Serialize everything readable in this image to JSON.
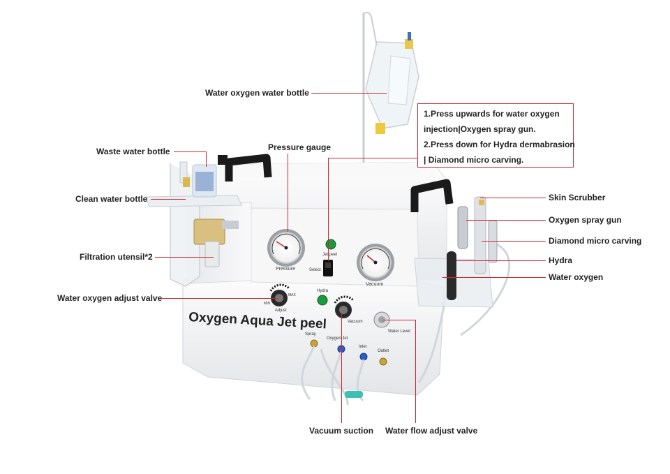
{
  "product": {
    "brand_text": "Oxygen Aqua Jet peel",
    "panel": {
      "pressure_gauge_label": "Pressure",
      "vacuum_gauge_label": "Vacuum",
      "jet_peel_label": "Jet peel",
      "select_label": "Select",
      "hydra_label": "Hydra",
      "adjust_label": "Adjust",
      "vacuum_knob_label": "Vacuum",
      "water_level_label": "Water Level",
      "min_label": "MIN",
      "max_label": "MAX",
      "port_labels": [
        "Spray",
        "Oxygen Jet",
        "Inlet",
        "Outlet"
      ]
    }
  },
  "labels": {
    "water_oxygen_water_bottle": "Water oxygen water bottle",
    "waste_water_bottle": "Waste water bottle",
    "pressure_gauge": "Pressure gauge",
    "clean_water_bottle": "Clean water bottle",
    "filtration_utensil": "Filtration utensil*2",
    "water_oxygen_adjust_valve": "Water oxygen adjust valve",
    "skin_scrubber": "Skin Scrubber",
    "oxygen_spray_gun": "Oxygen spray gun",
    "diamond_micro_carving": "Diamond micro carving",
    "hydra": "Hydra",
    "water_oxygen": "Water oxygen",
    "vacuum_suction": "Vacuum suction",
    "water_flow_adjust_valve": "Water flow adjust valve"
  },
  "note": {
    "lines": [
      "1.Press upwards for water oxygen",
      " injection|Oxygen spray gun.",
      "2.Press down for Hydra dermabrasion",
      "| Diamond micro carving."
    ]
  },
  "colors": {
    "leader": "#d0262f",
    "body": "#f2f3f5",
    "handle": "#1a1a1a",
    "led_green": "#1a9a3a",
    "port_blue": "#2b5fc9",
    "port_gold": "#c9a43a"
  }
}
